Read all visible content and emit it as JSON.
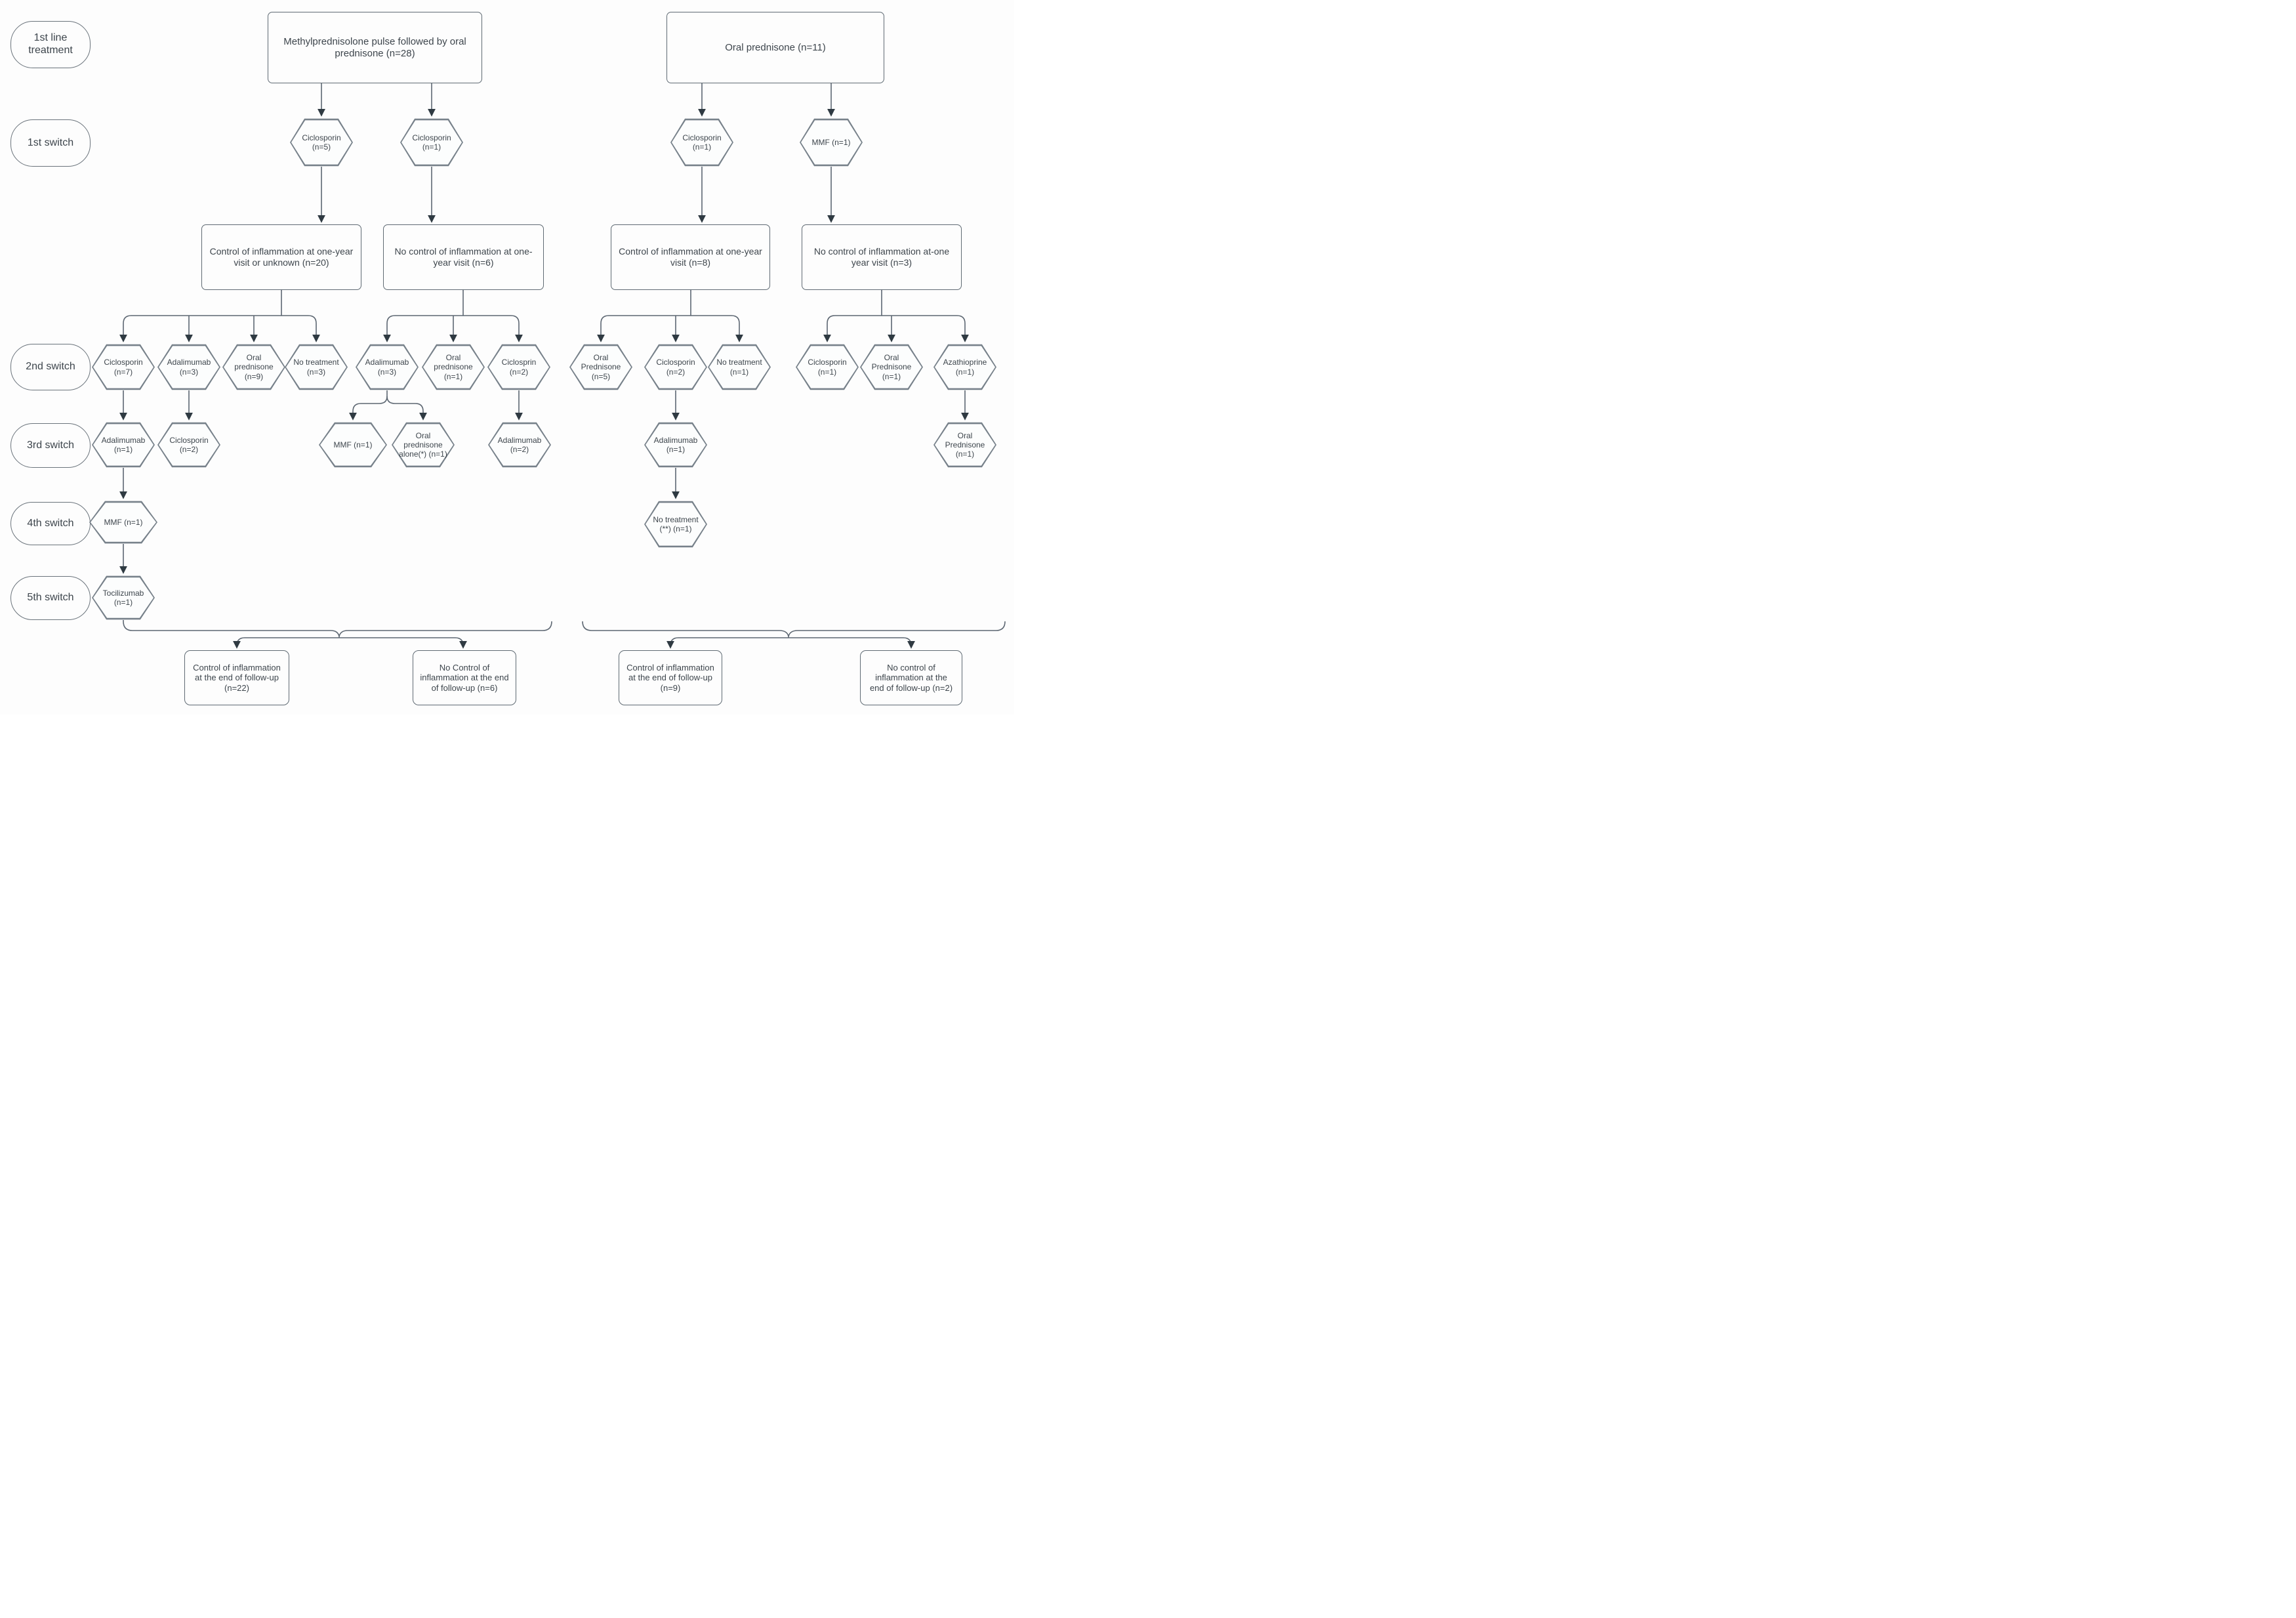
{
  "rows": {
    "r1": "1st line treatment",
    "r2": "1st switch",
    "r3": "2nd switch",
    "r4": "3rd switch",
    "r5": "4th switch",
    "r6": "5th switch"
  },
  "treeA": {
    "root": "Methylprednisolone pulse followed by oral prednisone (n=28)",
    "sw1": [
      "Ciclosporin (n=5)",
      "Ciclosporin (n=1)"
    ],
    "year1": [
      "Control of inflammation at one-year visit or unknown (n=20)",
      "No control of inflammation at one-year visit (n=6)"
    ],
    "sw2": [
      "Ciclosporin (n=7)",
      "Adalimumab (n=3)",
      "Oral prednisone (n=9)",
      "No treatment (n=3)",
      "Adalimumab (n=3)",
      "Oral prednisone (n=1)",
      "Ciclosprin (n=2)"
    ],
    "sw3": [
      "Adalimumab (n=1)",
      "Ciclosporin (n=2)",
      "MMF (n=1)",
      "Oral prednisone alone(*) (n=1)",
      "Adalimumab (n=2)"
    ],
    "sw4": [
      "MMF (n=1)"
    ],
    "sw5": [
      "Tocilizumab (n=1)"
    ],
    "outcomes": [
      "Control of inflammation at the end of follow-up (n=22)",
      "No Control of inflammation at the end of follow-up (n=6)"
    ]
  },
  "treeB": {
    "root": "Oral prednisone (n=11)",
    "sw1": [
      "Ciclosporin (n=1)",
      "MMF (n=1)"
    ],
    "year1": [
      "Control of inflammation at one-year visit (n=8)",
      "No control of inflammation at-one year visit (n=3)"
    ],
    "sw2": [
      "Oral Prednisone (n=5)",
      "Ciclosporin (n=2)",
      "No treatment (n=1)",
      "Ciclosporin (n=1)",
      "Oral Prednisone (n=1)",
      "Azathioprine (n=1)"
    ],
    "sw3": [
      "Adalimumab (n=1)",
      "Oral Prednisone (n=1)"
    ],
    "sw4": [
      "No treatment (**) (n=1)"
    ],
    "outcomes": [
      "Control of inflammation at the end of follow-up (n=9)",
      "No control of inflammation at the end of follow-up (n=2)"
    ]
  }
}
